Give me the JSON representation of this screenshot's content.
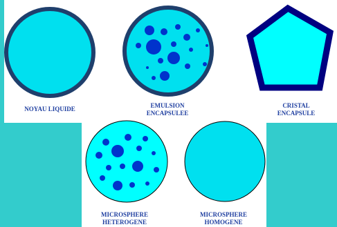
{
  "background_color": "#33cccc",
  "colors": {
    "capsule_fill": "#00e0ef",
    "capsule_border": "#1f3f6c",
    "crystal_fill": "#00ffff",
    "crystal_border": "#000080",
    "droplet": "#0033cc",
    "label_text": "#1f3fa0"
  },
  "items": [
    {
      "id": "noyau",
      "lines": [
        "NOYAU LIQUIDE"
      ]
    },
    {
      "id": "emulsion",
      "lines": [
        "EMULSION",
        "ENCAPSULEE"
      ]
    },
    {
      "id": "cristal",
      "lines": [
        "CRISTAL",
        "ENCAPSULE"
      ]
    },
    {
      "id": "micro-het",
      "lines": [
        "MICROSPHERE",
        "HETEROGENE"
      ]
    },
    {
      "id": "micro-hom",
      "lines": [
        "MICROSPHERE",
        "HOMOGENE"
      ]
    }
  ]
}
